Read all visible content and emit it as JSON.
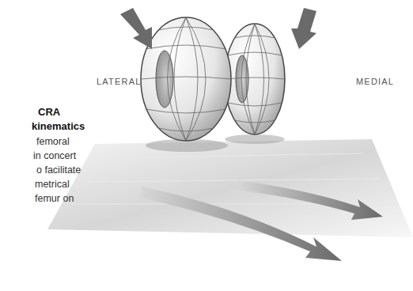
{
  "diagram": {
    "labels": [
      "LATERAL",
      "MEDIAL",
      "CRA",
      "kinematics",
      "femoral",
      "in concert",
      "o facilitate",
      "metrical",
      "femur on"
    ]
  }
}
